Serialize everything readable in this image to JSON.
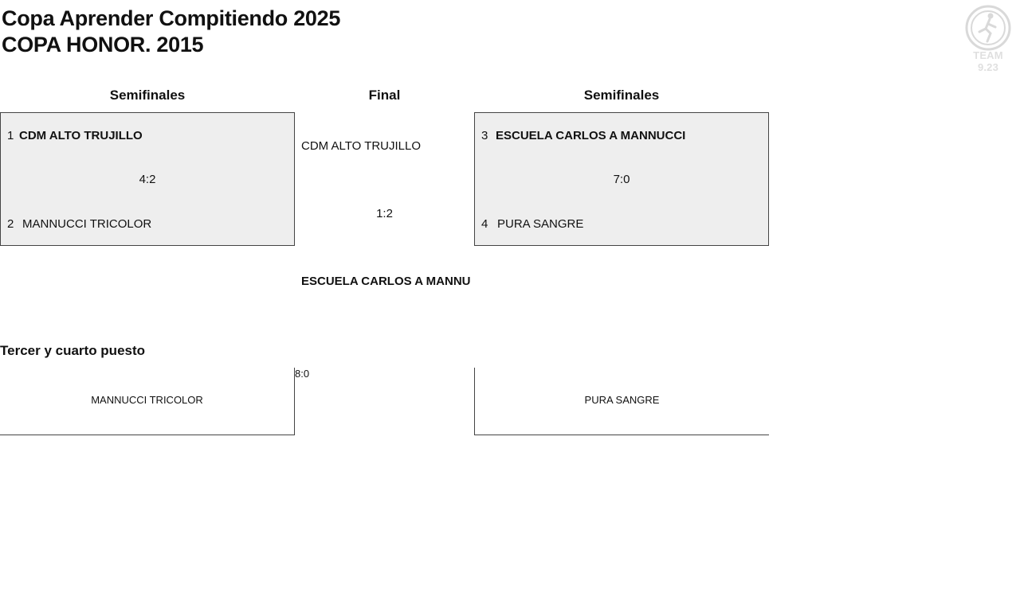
{
  "header": {
    "title": "Copa Aprender Compitiendo 2025",
    "subtitle": "COPA HONOR. 2015",
    "logo_text": "TEAM 9.23"
  },
  "columns": {
    "left": "Semifinales",
    "center": "Final",
    "right": "Semifinales"
  },
  "semifinal_left": {
    "team1": {
      "seed": "1",
      "name": "CDM ALTO TRUJILLO"
    },
    "team2": {
      "seed": "2",
      "name": "MANNUCCI TRICOLOR"
    },
    "score": "4:2"
  },
  "semifinal_right": {
    "team1": {
      "seed": "3",
      "name": "ESCUELA CARLOS A MANNUCCI"
    },
    "team2": {
      "seed": "4",
      "name": "PURA SANGRE"
    },
    "score": "7:0"
  },
  "final": {
    "team1": "CDM ALTO TRUJILLO",
    "score": "1:2",
    "team2": "ESCUELA CARLOS A MANNU"
  },
  "third_place": {
    "heading": "Tercer y cuarto puesto",
    "team1": "MANNUCCI TRICOLOR",
    "score": "8:0",
    "team2": "PURA SANGRE"
  },
  "colors": {
    "box_fill": "#eeeeee",
    "border": "#444444",
    "text": "#111111"
  }
}
